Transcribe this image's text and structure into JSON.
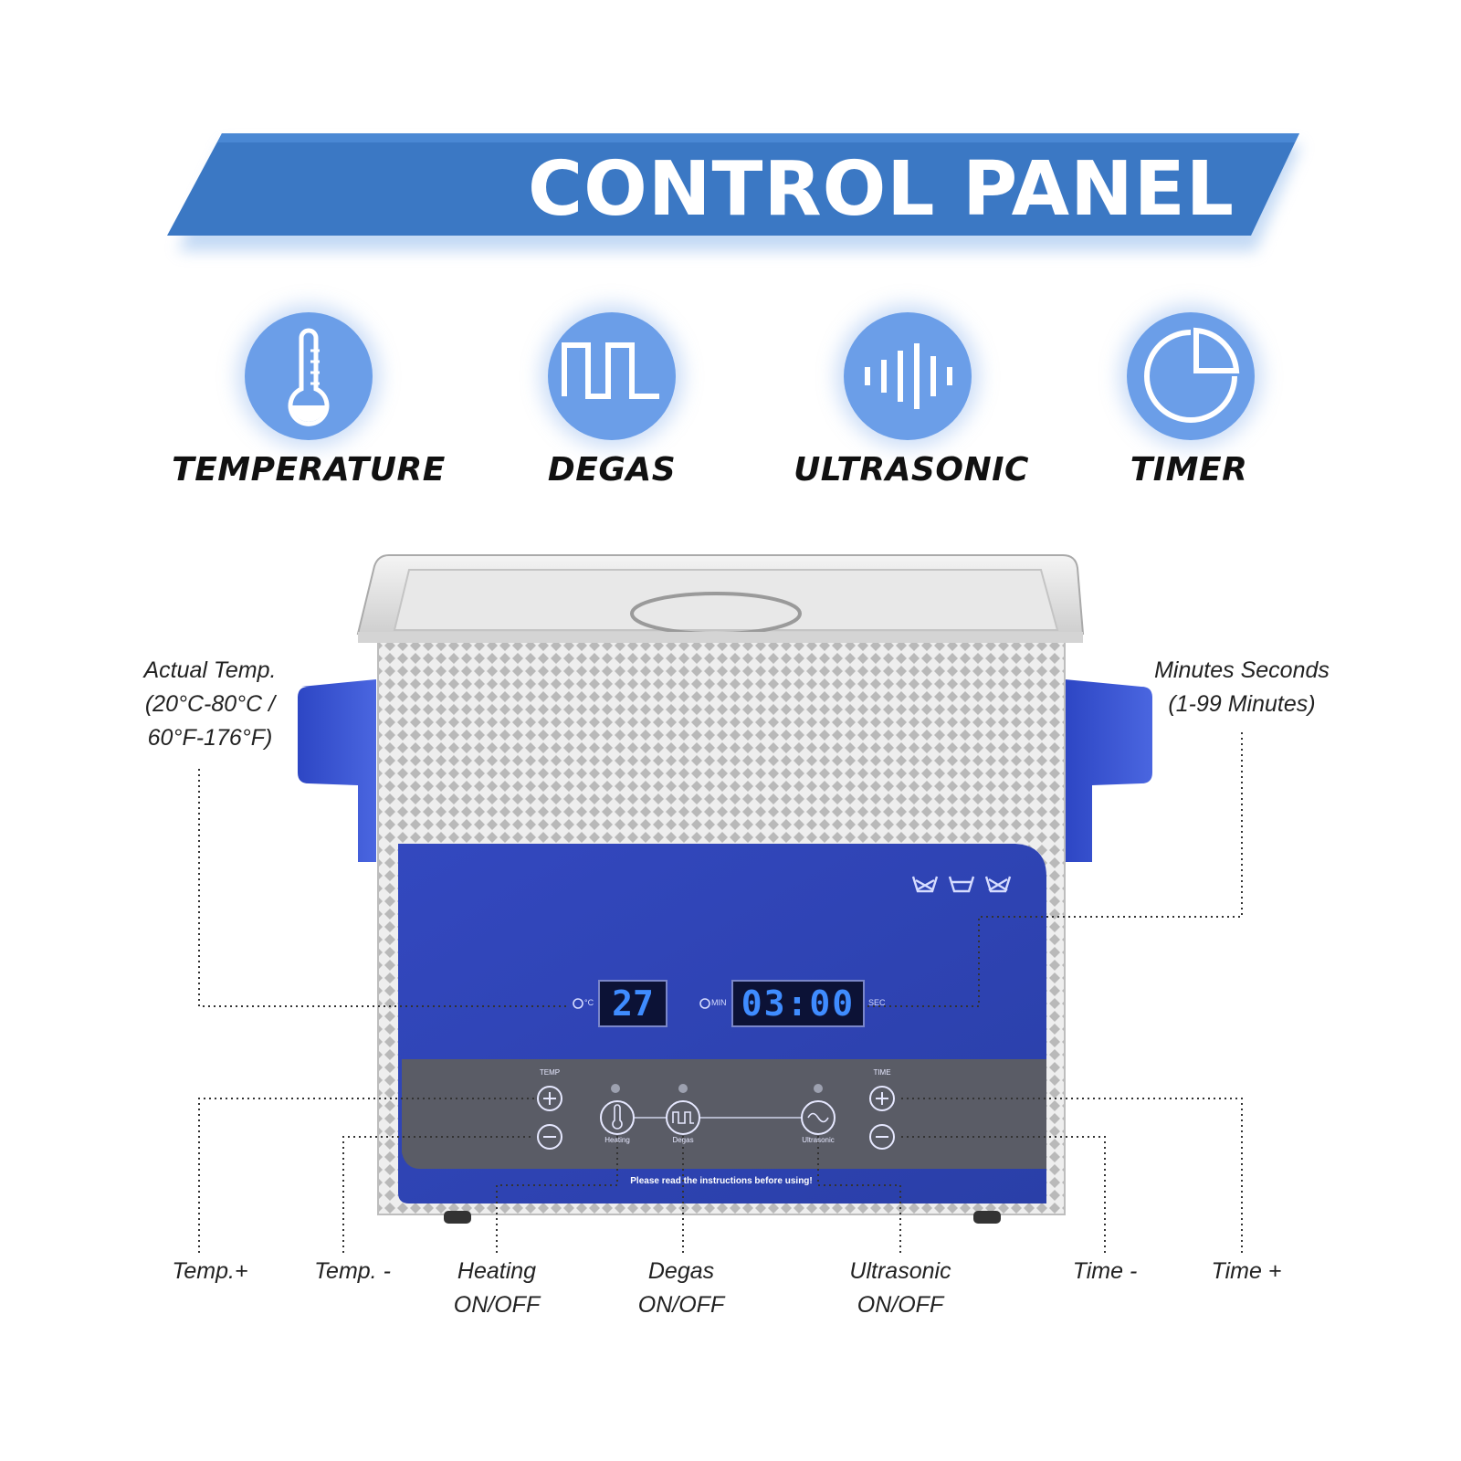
{
  "banner": {
    "title": "CONTROL PANEL"
  },
  "features": [
    {
      "label": "TEMPERATURE",
      "icon": "thermometer-icon"
    },
    {
      "label": "DEGAS",
      "icon": "square-wave-icon"
    },
    {
      "label": "ULTRASONIC",
      "icon": "sound-wave-icon"
    },
    {
      "label": "TIMER",
      "icon": "clock-icon"
    }
  ],
  "device": {
    "temp_display": "27",
    "temp_unit": "°C",
    "time_display": "03:00",
    "time_min_label": "MIN",
    "time_sec_label": "SEC",
    "temp_group_label": "TEMP",
    "time_group_label": "TIME",
    "buttons": {
      "heating": "Heating",
      "degas": "Degas",
      "ultrasonic": "Ultrasonic"
    },
    "notice": "Please read the instructions before using!"
  },
  "annotations": {
    "actual_temp": [
      "Actual Temp.",
      "(20°C-80°C /",
      "60°F-176°F)"
    ],
    "minutes_seconds": [
      "Minutes Seconds",
      "(1-99 Minutes)"
    ],
    "temp_plus": "Temp.+",
    "temp_minus": "Temp. -",
    "heating": [
      "Heating",
      "ON/OFF"
    ],
    "degas": [
      "Degas",
      "ON/OFF"
    ],
    "ultrasonic": [
      "Ultrasonic",
      "ON/OFF"
    ],
    "time_minus": "Time -",
    "time_plus": "Time +"
  },
  "colors": {
    "banner_blue": "#3b78c4",
    "icon_blue": "#6b9ee8",
    "panel_blue": "#2f47b8",
    "handle_blue": "#3a57d1",
    "lcd_text": "#3f8cff"
  }
}
